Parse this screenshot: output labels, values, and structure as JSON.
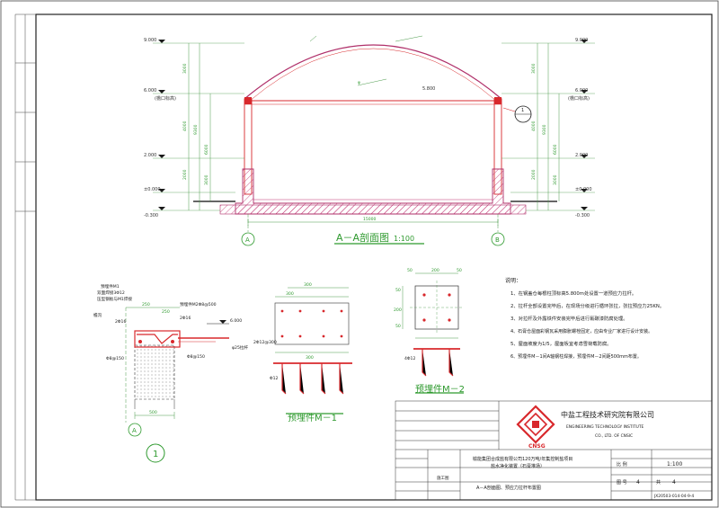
{
  "section": {
    "title": "A－A剖面图",
    "scale": "1:100",
    "elevations_left": [
      "9.000",
      "6.000",
      "(檐口标高)",
      "2.000",
      "±0.000",
      "-0.300"
    ],
    "elevations_right": [
      "9.000",
      "6.000",
      "(檐口标高)",
      "2.000",
      "±0.000",
      "-0.300"
    ],
    "dims_left": [
      "3000",
      "9300",
      "6000",
      "4000",
      "2000",
      "3000"
    ],
    "dims_right": [
      "3000",
      "9300",
      "6000",
      "4000",
      "2000",
      "3000"
    ],
    "span": "15000",
    "eave_level": "5.800",
    "axis_a": "A",
    "axis_b": "B",
    "detail_ref": "1",
    "pipe_note": "φ"
  },
  "node1": {
    "labels": [
      "预埋件M1",
      "双面焊接3Φ12",
      "压型钢板与M1焊接",
      "预埋件M2Φ8@500",
      "檐沟",
      "2Φ16",
      "250",
      "250",
      "2Φ16",
      "6.000",
      "Φ8@150",
      "Φ8@150",
      "φ25拉杆",
      "500"
    ],
    "axis": "A",
    "circle": "1"
  },
  "m1": {
    "title": "预埋件M－1",
    "dims": [
      "300",
      "300",
      "300",
      "2Φ12@300",
      "Φ12"
    ]
  },
  "m2": {
    "title": "预埋件M－2",
    "dims": [
      "50",
      "200",
      "50",
      "50",
      "200",
      "50",
      "4Φ12"
    ]
  },
  "notes": {
    "heading": "说明：",
    "items": [
      "1、在钢盖仓每根柱顶标高5.800m处设置一道预应力拉杆。",
      "2、拉杆全部设置完毕后，在现场分级进行循环张拉，张拉预应力25KN。",
      "3、对拉杆及外露铁件安装完毕后进行氟碳漆防腐处理。",
      "4、石膏仓屋面彩钢瓦采用膨胀螺栓固定，应由专业厂家进行设计安装。",
      "5、屋面坡度为1/5，屋面板宜考虑雪荷载防腐。",
      "6、预埋件M－1间A轴钢柱焊接，预埋件M－2间距500mm布置。"
    ]
  },
  "titleblock": {
    "org_cn": "中盐工程技术研究院有限公司",
    "org_en1": "ENGINEERING TECHNOLOGY INSTITUTE",
    "org_en2": "CO., LTD. OF CNSIC",
    "logo_text": "CNSG",
    "project": "榆能集团合成盐有限公司120万吨/年集控制盐项目",
    "subproject": "盐水净化装置（石膏堆场）",
    "drawing": "A－A剖面图、预应力拉杆布置图",
    "scale_label": "比 例",
    "scale": "1:100",
    "sheet_label": "图 号",
    "sheet": "4",
    "page_label": "共",
    "page": "4",
    "number": "JX20503-014-04-9-4",
    "stage": "施工图"
  },
  "colors": {
    "red": "#d8282c",
    "magenta": "#b0306a",
    "green": "#2f9a2f",
    "dim_green": "#4a9a4a",
    "black": "#1a1a1a",
    "hatch": "#c03070"
  }
}
